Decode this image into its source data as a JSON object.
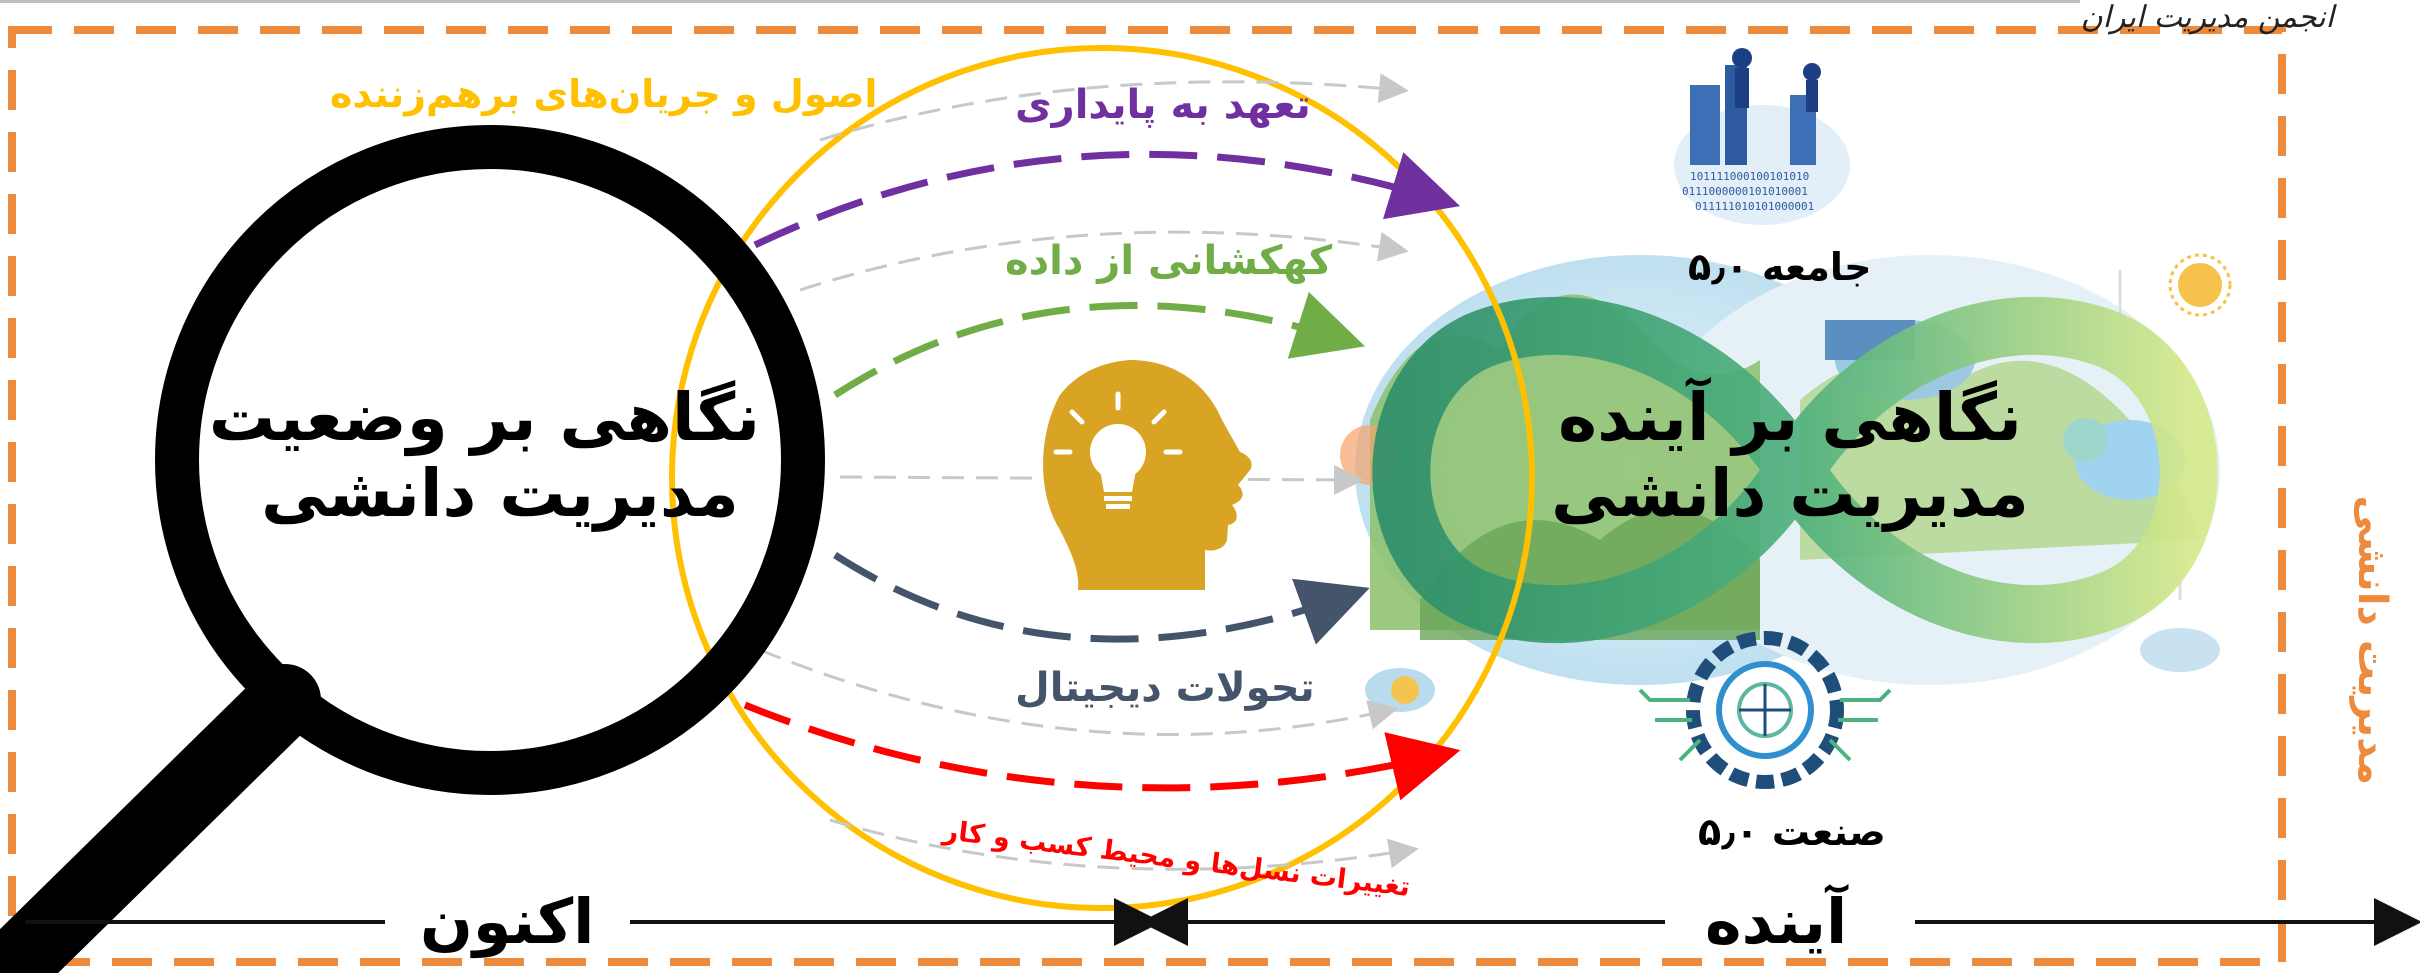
{
  "header": {
    "logo_text": "انجمن مدیریت ایران"
  },
  "side_label": "مدیریت دانشی",
  "magnifier": {
    "title_line1": "نگاهی بر وضعیت",
    "title_line2": "مدیریت دانشی"
  },
  "infinity": {
    "title_line1": "نگاهی بر آینده",
    "title_line2": "مدیریت دانشی"
  },
  "circle_label": "اصول و جریان‌های برهم‌زننده",
  "arrows": [
    {
      "label": "تعهد به پایداری",
      "color": "#7030a0"
    },
    {
      "label": "کهکشانی از داده",
      "color": "#70ad47"
    },
    {
      "label": "تحولات دیجیتال",
      "color": "#44546a"
    },
    {
      "label": "تغییرات نسل‌ها و محیط کسب و کار",
      "color": "#ff0000"
    }
  ],
  "icons": {
    "society": {
      "label": "جامعه ۵٫۰"
    },
    "industry": {
      "label": "صنعت ۵٫۰"
    }
  },
  "timeline": {
    "now": "اکنون",
    "future": "آینده"
  },
  "colors": {
    "frame": "#ee8a3c",
    "circle": "#ffc000",
    "head": "#d9a323",
    "infinity_start": "#4aa07a",
    "infinity_end": "#cbe48a"
  }
}
